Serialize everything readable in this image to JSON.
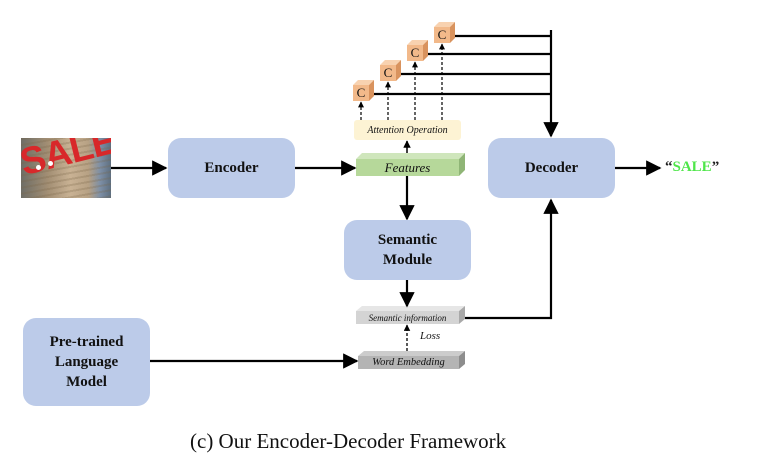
{
  "figure": {
    "caption": "(c)  Our Encoder-Decoder Framework"
  },
  "input_image": {
    "description": "photo of store sign",
    "text_in_image": "SALE"
  },
  "nodes": {
    "encoder": "Encoder",
    "decoder": "Decoder",
    "semantic_module_line1": "Semantic",
    "semantic_module_line2": "Module",
    "plm_line1": "Pre-trained",
    "plm_line2": "Language",
    "plm_line3": "Model"
  },
  "slabs": {
    "attention": "Attention Operation",
    "features": "Features",
    "semantic_information": "Semantic information",
    "word_embedding": "Word Embedding"
  },
  "cubes": {
    "label": "C",
    "count": 4
  },
  "edge_labels": {
    "loss": "Loss"
  },
  "output": {
    "open_quote": "“",
    "word": "SALE",
    "close_quote": "”"
  },
  "colors": {
    "module_fill": "#bccbe9",
    "features_fill": "#b6d89a",
    "attention_fill": "#fdf3d4",
    "semantic_info_fill": "#d4d4d4",
    "word_embedding_fill": "#b4b4b4",
    "cube_fill": "#f2b98a",
    "output_word": "#4fe64a"
  }
}
